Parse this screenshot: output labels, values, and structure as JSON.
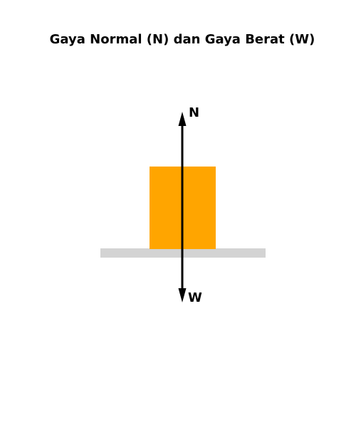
{
  "title": "Gaya Normal (N) dan Gaya Berat (W)",
  "forces": {
    "normal": {
      "label": "N"
    },
    "weight": {
      "label": "W"
    }
  },
  "colors": {
    "block": "#FFA500",
    "ground": "#D3D3D3",
    "arrow": "#000000",
    "text": "#000000"
  }
}
